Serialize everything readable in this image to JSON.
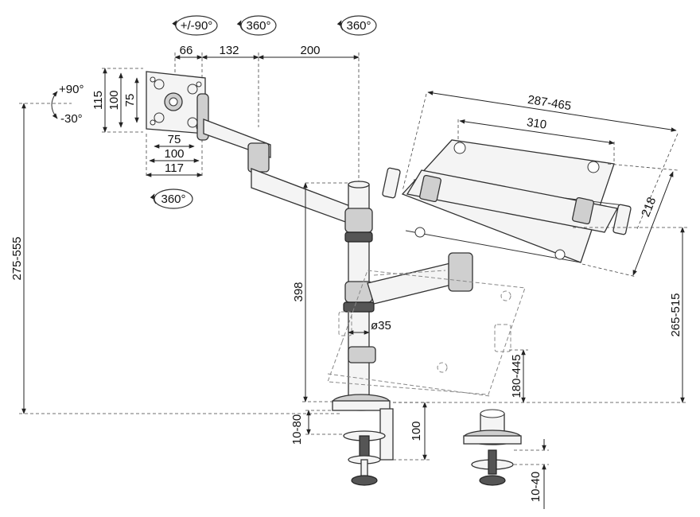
{
  "rotation_labels": {
    "tilt_top": "+/-90°",
    "swivel_a": "360°",
    "swivel_b": "360°",
    "swivel_bottom": "360°",
    "tilt_up": "+90°",
    "tilt_down": "-30°"
  },
  "dimensions": {
    "d66": "66",
    "d132": "132",
    "d200": "200",
    "d115": "115",
    "d100v": "100",
    "d75v": "75",
    "d75h": "75",
    "d100h": "100",
    "d117": "117",
    "d275_555": "275-555",
    "d287_465": "287-465",
    "d310": "310",
    "d218": "218",
    "d398": "398",
    "d265_515": "265-515",
    "d35": "ø35",
    "d180_445": "180-445",
    "d10_80": "10-80",
    "d100c": "100",
    "d10_40": "10-40"
  }
}
